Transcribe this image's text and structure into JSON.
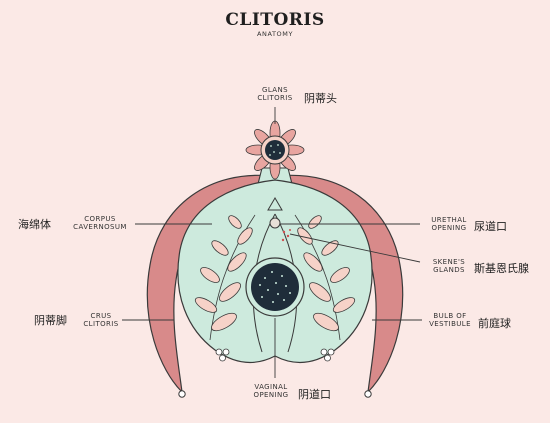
{
  "title": "CLITORIS",
  "subtitle": "ANATOMY",
  "labels": {
    "glans": {
      "line1": "GLANS",
      "line2": "CLITORIS",
      "cn": "阴蒂头"
    },
    "corpus": {
      "line1": "CORPUS",
      "line2": "CAVERNOSUM",
      "cn": "海绵体"
    },
    "urethral": {
      "line1": "URETHAL",
      "line2": "OPENING",
      "cn": "尿道口"
    },
    "skenes": {
      "line1": "SKENE'S",
      "line2": "GLANDS",
      "cn": "斯基恩氏腺"
    },
    "crus": {
      "line1": "CRUS",
      "line2": "CLITORIS",
      "cn": "阴蒂脚"
    },
    "bulb": {
      "line1": "BULB OF",
      "line2": "VESTIBULE",
      "cn": "前庭球"
    },
    "vaginal": {
      "line1": "VAGINAL",
      "line2": "OPENING",
      "cn": "阴道口"
    }
  },
  "colors": {
    "background": "#fbe9e6",
    "crus": "#d88a8a",
    "bulb": "#cdeadd",
    "leaf": "#f6d2c8",
    "dark": "#1f2d3a",
    "outline": "#3a3a3a"
  }
}
